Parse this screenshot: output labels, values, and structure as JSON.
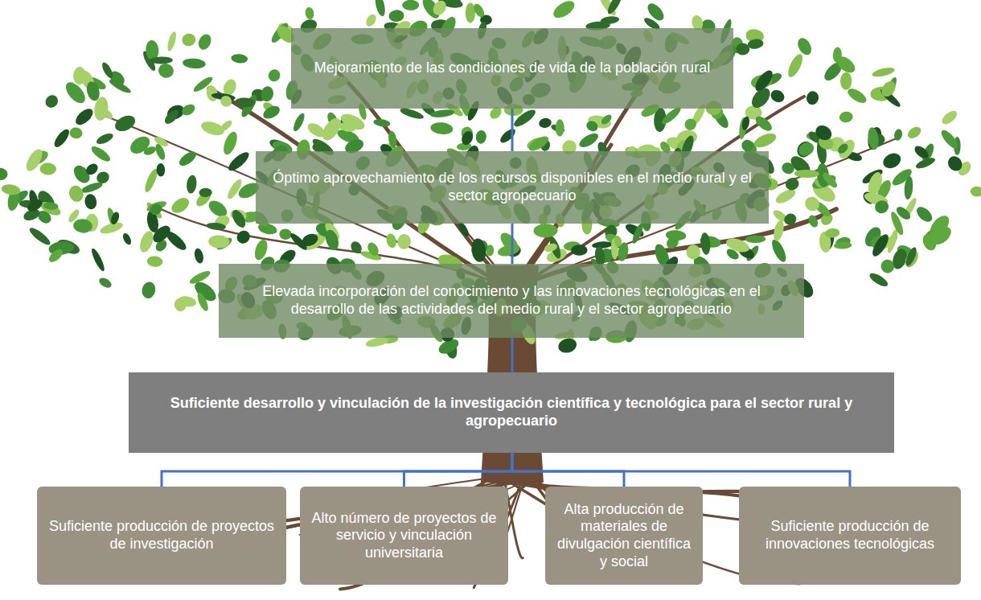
{
  "diagram": {
    "nodes": [
      {
        "text": [
          "Mejoramiento de las condiciones de vida de la población rural"
        ]
      },
      {
        "text": [
          "Óptimo aprovechamiento de los recursos disponibles en el medio rural y el sector agropecuario"
        ]
      },
      {
        "text": [
          "Elevada incorporación del conocimiento y las innovaciones tecnológicas en el desarrollo de las actividades del medio rural y el sector agropecuario"
        ]
      },
      {
        "text": [
          "Suficiente desarrollo y vinculación de la investigación científica y tecnológica para el sector rural y agropecuario"
        ]
      },
      {
        "text": [
          "Suficiente producción de proyectos de investigación"
        ]
      },
      {
        "text": [
          "Alto número de proyectos de servicio y vinculación universitaria"
        ]
      },
      {
        "text": [
          "Alta producción de materiales de divulgación científica y social"
        ]
      },
      {
        "text": [
          "Suficiente producción de innovaciones tecnológicas"
        ]
      }
    ],
    "edges": [
      {
        "from": 0,
        "to": 1,
        "arrow": "none"
      },
      {
        "from": 1,
        "to": 2,
        "arrow": "none"
      },
      {
        "from": 2,
        "to": 3,
        "arrow": "none"
      },
      {
        "from": 3,
        "to": 4,
        "arrow": "none"
      },
      {
        "from": 3,
        "to": 5,
        "arrow": "none"
      },
      {
        "from": 3,
        "to": 6,
        "arrow": "none"
      },
      {
        "from": 3,
        "to": 7,
        "arrow": "none"
      }
    ]
  }
}
